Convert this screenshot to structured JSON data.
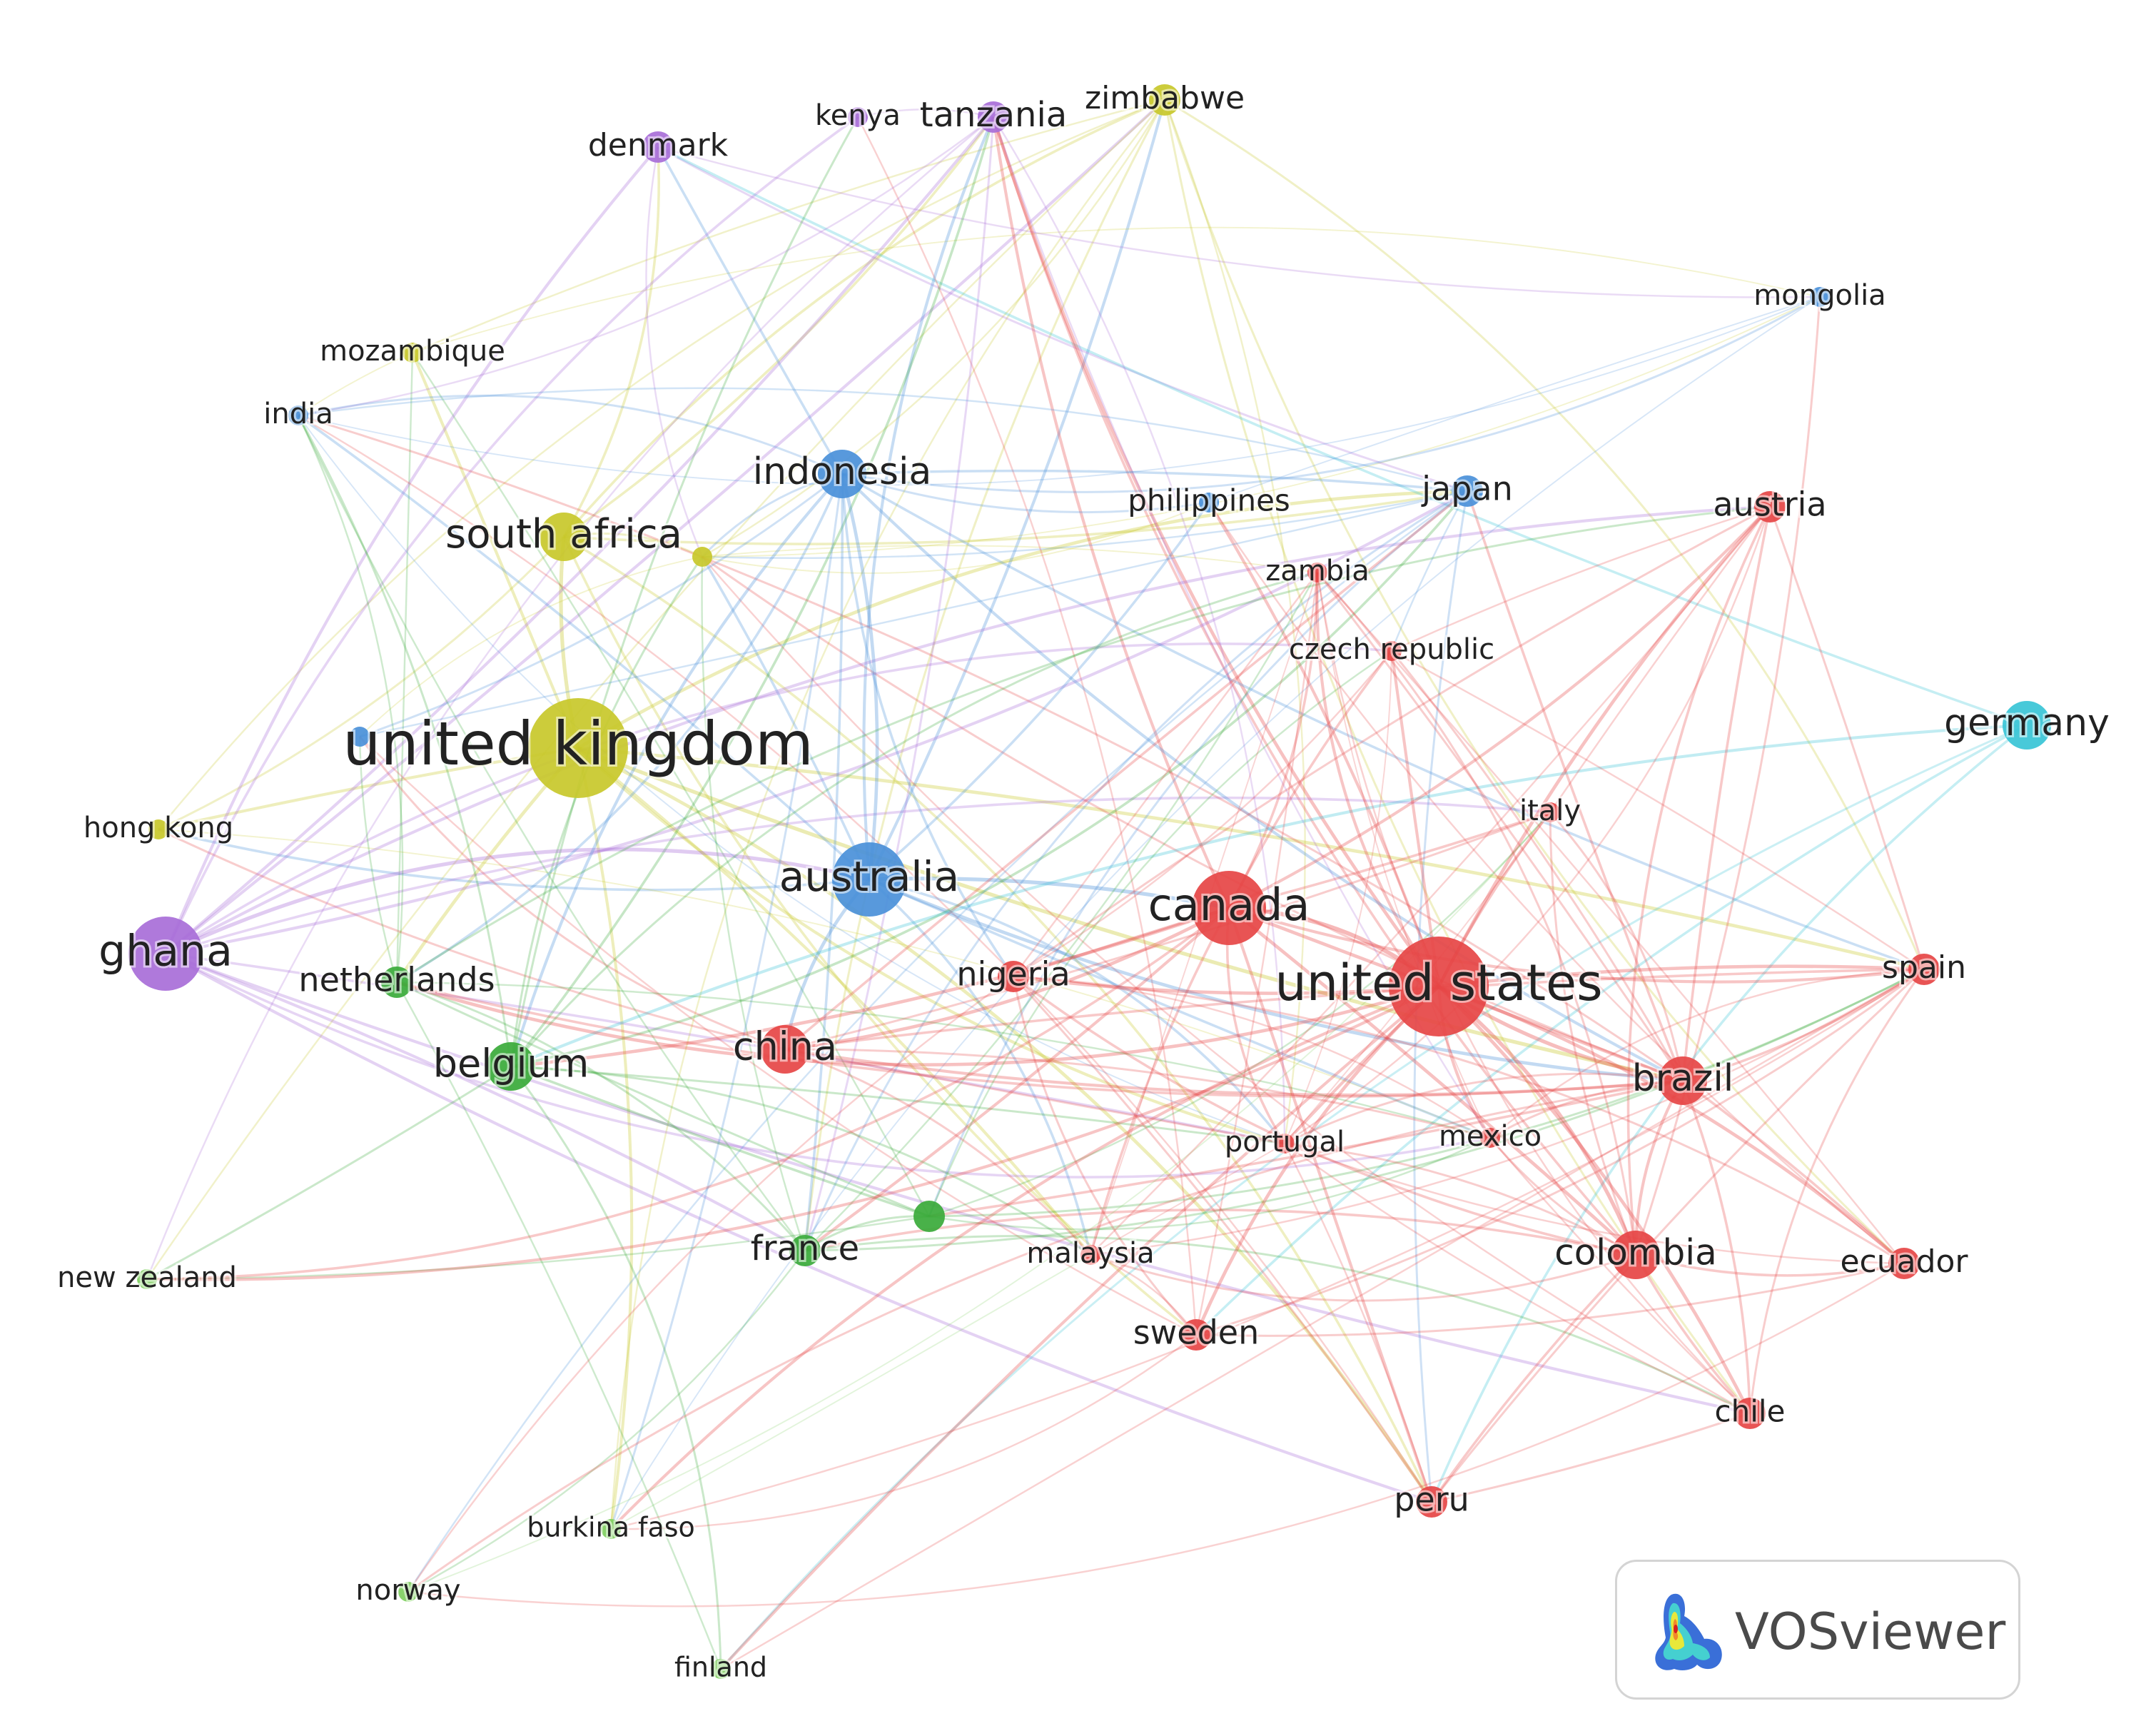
{
  "clusters": {
    "red": "#e64545",
    "yellow": "#c8c82a",
    "blue": "#4a90d9",
    "green": "#3aaa3a",
    "purple": "#a86ed8",
    "cyan": "#38c4d6",
    "light_green": "#7fcf5f"
  },
  "nodes": [
    {
      "id": "united-kingdom",
      "label": "united kingdom",
      "cluster": "yellow",
      "size": 5
    },
    {
      "id": "south-africa",
      "label": "south africa",
      "cluster": "yellow",
      "size": 3
    },
    {
      "id": "zimbabwe",
      "label": "zimbabwe",
      "cluster": "yellow",
      "size": 2
    },
    {
      "id": "mozambique",
      "label": "mozambique",
      "cluster": "yellow",
      "size": 1
    },
    {
      "id": "hong-kong",
      "label": "hong kong",
      "cluster": "yellow",
      "size": 1
    },
    {
      "id": "unlabeled-yellow",
      "label": "",
      "cluster": "yellow",
      "size": 1
    },
    {
      "id": "denmark",
      "label": "denmark",
      "cluster": "purple",
      "size": 2
    },
    {
      "id": "kenya",
      "label": "kenya",
      "cluster": "purple",
      "size": 1
    },
    {
      "id": "tanzania",
      "label": "tanzania",
      "cluster": "purple",
      "size": 2
    },
    {
      "id": "ghana",
      "label": "ghana",
      "cluster": "purple",
      "size": 4
    },
    {
      "id": "india",
      "label": "india",
      "cluster": "blue",
      "size": 1
    },
    {
      "id": "indonesia",
      "label": "indonesia",
      "cluster": "blue",
      "size": 3
    },
    {
      "id": "australia",
      "label": "australia",
      "cluster": "blue",
      "size": 4
    },
    {
      "id": "philippines",
      "label": "philippines",
      "cluster": "blue",
      "size": 1
    },
    {
      "id": "japan",
      "label": "japan",
      "cluster": "blue",
      "size": 2
    },
    {
      "id": "mongolia",
      "label": "mongolia",
      "cluster": "blue",
      "size": 1
    },
    {
      "id": "unlabeled-blue",
      "label": "",
      "cluster": "blue",
      "size": 1
    },
    {
      "id": "germany",
      "label": "germany",
      "cluster": "cyan",
      "size": 3
    },
    {
      "id": "netherlands",
      "label": "netherlands",
      "cluster": "green",
      "size": 2
    },
    {
      "id": "belgium",
      "label": "belgium",
      "cluster": "green",
      "size": 3
    },
    {
      "id": "france",
      "label": "france",
      "cluster": "green",
      "size": 2
    },
    {
      "id": "unlabeled-green",
      "label": "",
      "cluster": "green",
      "size": 2
    },
    {
      "id": "new-zealand",
      "label": "new zealand",
      "cluster": "light_green",
      "size": 1
    },
    {
      "id": "burkina-faso",
      "label": "burkina faso",
      "cluster": "light_green",
      "size": 1
    },
    {
      "id": "norway",
      "label": "norway",
      "cluster": "light_green",
      "size": 1
    },
    {
      "id": "finland",
      "label": "finland",
      "cluster": "light_green",
      "size": 1
    },
    {
      "id": "canada",
      "label": "canada",
      "cluster": "red",
      "size": 4
    },
    {
      "id": "united-states",
      "label": "united states",
      "cluster": "red",
      "size": 5
    },
    {
      "id": "china",
      "label": "china",
      "cluster": "red",
      "size": 3
    },
    {
      "id": "nigeria",
      "label": "nigeria",
      "cluster": "red",
      "size": 2
    },
    {
      "id": "austria",
      "label": "austria",
      "cluster": "red",
      "size": 2
    },
    {
      "id": "zambia",
      "label": "zambia",
      "cluster": "red",
      "size": 1
    },
    {
      "id": "czech-republic",
      "label": "czech republic",
      "cluster": "red",
      "size": 1
    },
    {
      "id": "italy",
      "label": "italy",
      "cluster": "red",
      "size": 1
    },
    {
      "id": "spain",
      "label": "spain",
      "cluster": "red",
      "size": 2
    },
    {
      "id": "brazil",
      "label": "brazil",
      "cluster": "red",
      "size": 3
    },
    {
      "id": "portugal",
      "label": "portugal",
      "cluster": "red",
      "size": 1
    },
    {
      "id": "mexico",
      "label": "mexico",
      "cluster": "red",
      "size": 1
    },
    {
      "id": "malaysia",
      "label": "malaysia",
      "cluster": "red",
      "size": 1
    },
    {
      "id": "colombia",
      "label": "colombia",
      "cluster": "red",
      "size": 3
    },
    {
      "id": "ecuador",
      "label": "ecuador",
      "cluster": "red",
      "size": 2
    },
    {
      "id": "sweden",
      "label": "sweden",
      "cluster": "red",
      "size": 2
    },
    {
      "id": "chile",
      "label": "chile",
      "cluster": "red",
      "size": 2
    },
    {
      "id": "peru",
      "label": "peru",
      "cluster": "red",
      "size": 2
    }
  ],
  "logo": {
    "text": "VOSviewer",
    "icon": "vosviewer-heatmap-icon"
  }
}
